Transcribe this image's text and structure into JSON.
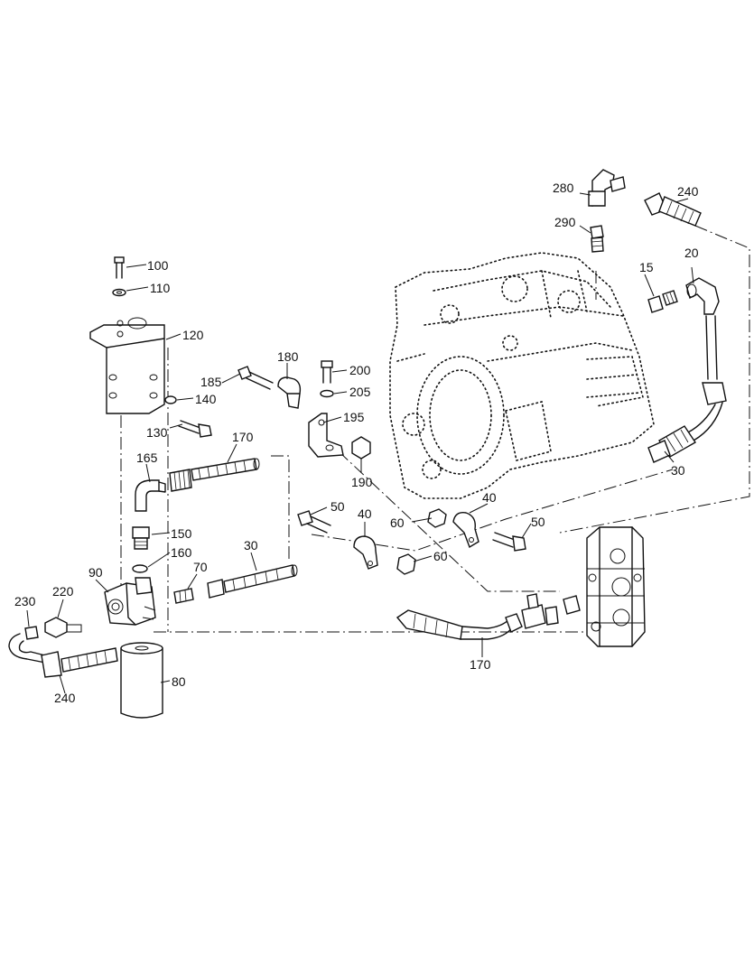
{
  "callouts": [
    {
      "id": "100",
      "text": "100"
    },
    {
      "id": "110",
      "text": "110"
    },
    {
      "id": "120",
      "text": "120"
    },
    {
      "id": "130",
      "text": "130"
    },
    {
      "id": "140",
      "text": "140"
    },
    {
      "id": "165",
      "text": "165"
    },
    {
      "id": "170a",
      "text": "170"
    },
    {
      "id": "170b",
      "text": "170"
    },
    {
      "id": "150",
      "text": "150"
    },
    {
      "id": "160",
      "text": "160"
    },
    {
      "id": "90",
      "text": "90"
    },
    {
      "id": "70",
      "text": "70"
    },
    {
      "id": "30a",
      "text": "30"
    },
    {
      "id": "30b",
      "text": "30"
    },
    {
      "id": "220",
      "text": "220"
    },
    {
      "id": "230",
      "text": "230"
    },
    {
      "id": "240a",
      "text": "240"
    },
    {
      "id": "240b",
      "text": "240"
    },
    {
      "id": "80",
      "text": "80"
    },
    {
      "id": "180",
      "text": "180"
    },
    {
      "id": "185",
      "text": "185"
    },
    {
      "id": "200",
      "text": "200"
    },
    {
      "id": "205",
      "text": "205"
    },
    {
      "id": "195",
      "text": "195"
    },
    {
      "id": "190",
      "text": "190"
    },
    {
      "id": "50a",
      "text": "50"
    },
    {
      "id": "50b",
      "text": "50"
    },
    {
      "id": "40a",
      "text": "40"
    },
    {
      "id": "40b",
      "text": "40"
    },
    {
      "id": "60a",
      "text": "60"
    },
    {
      "id": "60b",
      "text": "60"
    },
    {
      "id": "280",
      "text": "280"
    },
    {
      "id": "290",
      "text": "290"
    },
    {
      "id": "15",
      "text": "15"
    },
    {
      "id": "20",
      "text": "20"
    }
  ]
}
